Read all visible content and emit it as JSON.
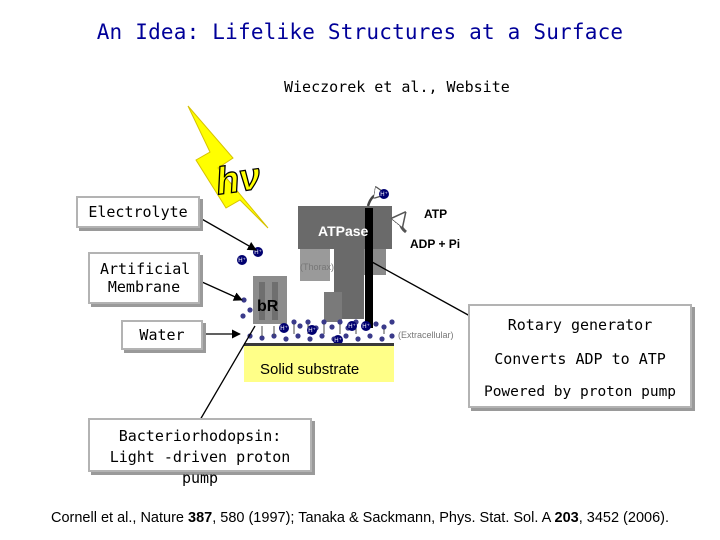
{
  "title": "An Idea: Lifelike Structures at a Surface",
  "subtitle": "Wieczorek et al., Website",
  "labels": {
    "electrolyte": "Electrolyte",
    "membrane": "Artificial Membrane",
    "water": "Water",
    "bacteriorhodopsin": "Bacteriorhodopsin: Light -driven proton pump"
  },
  "rotary_box": {
    "line1": "Rotary generator",
    "line2": "Converts ADP to ATP",
    "line3": "Powered by proton pump"
  },
  "diagram": {
    "hv": "hν",
    "atpase": "ATPase",
    "br": "bR",
    "atp": "ATP",
    "adp_pi": "ADP + Pi",
    "thorax": "(Thorax)",
    "extracellular": "(Extracellular)",
    "substrate": "Solid substrate",
    "proton": "H⁺"
  },
  "citation": {
    "part1": "Cornell et al., Nature ",
    "vol1": "387",
    "part2": ", 580 (1997); Tanaka & Sackmann, Phys. Stat. Sol. A ",
    "vol2": "203",
    "part3": ", 3452 (2006)."
  },
  "colors": {
    "title": "#000099",
    "lightning": "#ffff00",
    "atpase": "#6a6a6a",
    "substrate": "#ffff88",
    "proton": "#000070"
  }
}
